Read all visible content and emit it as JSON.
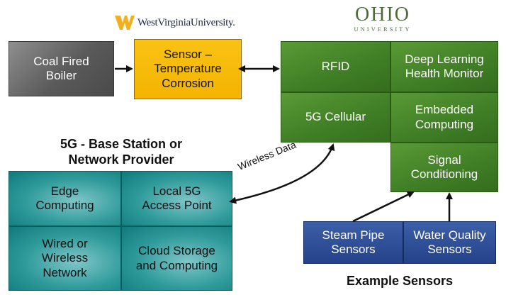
{
  "logos": {
    "wvu": "WestVirginiaUniversity.",
    "ohio_main": "OHIO",
    "ohio_sub": "UNIVERSITY"
  },
  "blocks": {
    "boiler": "Coal Fired\nBoiler",
    "sensor": "Sensor –\nTemperature\nCorrosion"
  },
  "green_grid": {
    "rfid": "RFID",
    "deep_learning": "Deep Learning\nHealth Monitor",
    "cellular": "5G Cellular",
    "embedded": "Embedded\nComputing",
    "signal": "Signal\nConditioning"
  },
  "base_station": {
    "heading": "5G - Base Station or\nNetwork Provider",
    "edge": "Edge\nComputing",
    "access_point": "Local 5G\nAccess Point",
    "network": "Wired or\nWireless\nNetwork",
    "cloud": "Cloud Storage\nand Computing"
  },
  "sensors": {
    "steam": "Steam Pipe\nSensors",
    "water": "Water Quality\nSensors",
    "caption": "Example Sensors"
  },
  "link_label": "Wireless Data",
  "colors": {
    "boiler": "#6b6b6b",
    "sensor": "#f4b400",
    "green": "#3f7e25",
    "teal": "#2e9a9a",
    "blue": "#24428a",
    "wvu_gold": "#f2b01e",
    "wvu_navy": "#1c2b4f",
    "ohio_green": "#4f6b3a"
  }
}
